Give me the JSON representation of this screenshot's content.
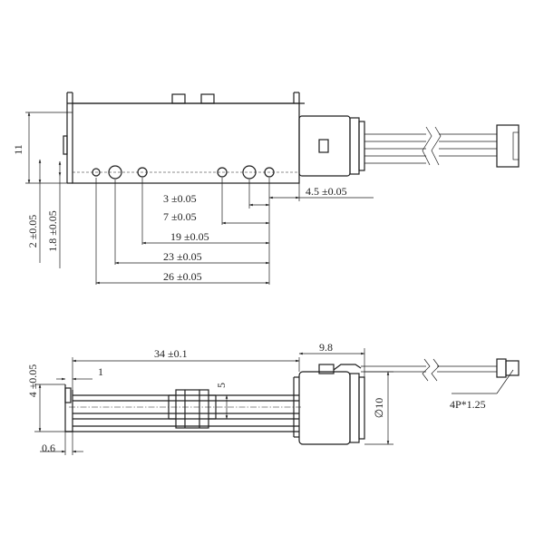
{
  "top_view": {
    "dimensions": {
      "height": "11",
      "offset_2": "2 ±0.05",
      "offset_1_8": "1.8 ±0.05",
      "spacing_3": "3 ±0.05",
      "spacing_7": "7 ±0.05",
      "spacing_19": "19 ±0.05",
      "spacing_23": "23 ±0.05",
      "spacing_26": "26 ±0.05",
      "end_4_5": "4.5 ±0.05"
    }
  },
  "side_view": {
    "dimensions": {
      "length_34": "34 ±0.1",
      "motor_9_8": "9.8",
      "left_4": "4 ±0.05",
      "left_1": "1",
      "slider_5": "5",
      "diameter_10": "∅10",
      "thickness_0_6": "0.6",
      "connector": "4P*1.25"
    }
  }
}
